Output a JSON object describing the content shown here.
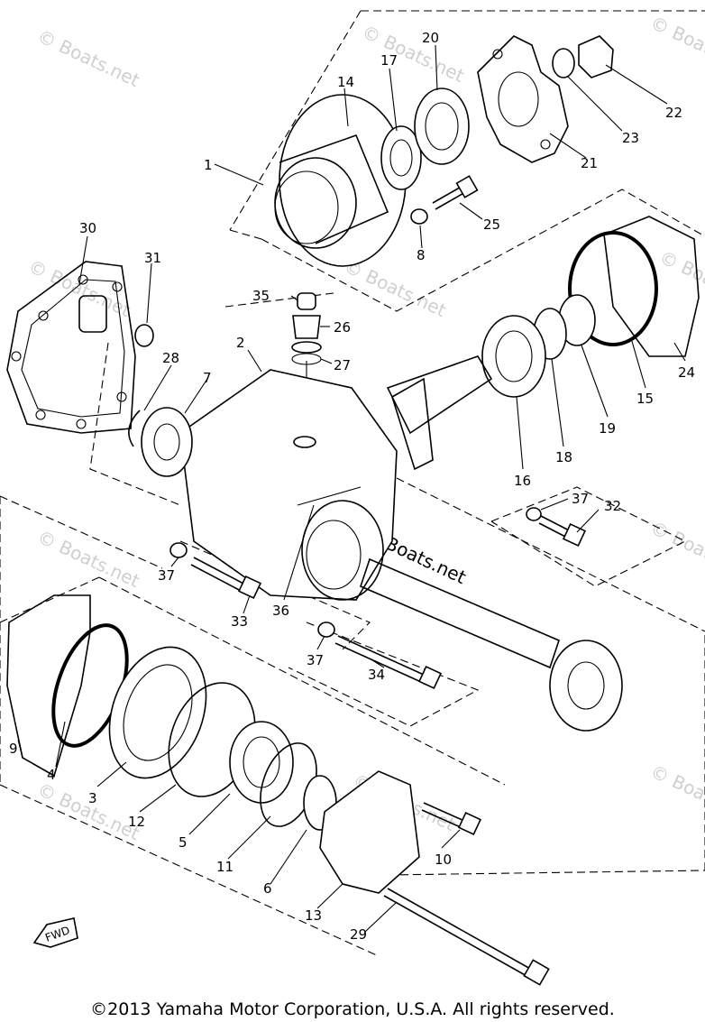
{
  "copyright": "©2013 Yamaha Motor Corporation, U.S.A. All rights reserved.",
  "watermark": "© Boats.net",
  "fwd_label": "FWD",
  "part_labels": {
    "p1": "1",
    "p2": "2",
    "p3": "3",
    "p4": "4",
    "p5": "5",
    "p6": "6",
    "p7": "7",
    "p8": "8",
    "p9": "9",
    "p10": "10",
    "p11": "11",
    "p12": "12",
    "p13": "13",
    "p14": "14",
    "p15": "15",
    "p16": "16",
    "p17": "17",
    "p18": "18",
    "p19": "19",
    "p20": "20",
    "p21": "21",
    "p22": "22",
    "p23": "23",
    "p24": "24",
    "p25": "25",
    "p26": "26",
    "p27": "27",
    "p28": "28",
    "p29": "29",
    "p30": "30",
    "p31": "31",
    "p32": "32",
    "p33": "33",
    "p34": "34",
    "p35": "35",
    "p36": "36",
    "p37a": "37",
    "p37b": "37",
    "p37c": "37"
  }
}
